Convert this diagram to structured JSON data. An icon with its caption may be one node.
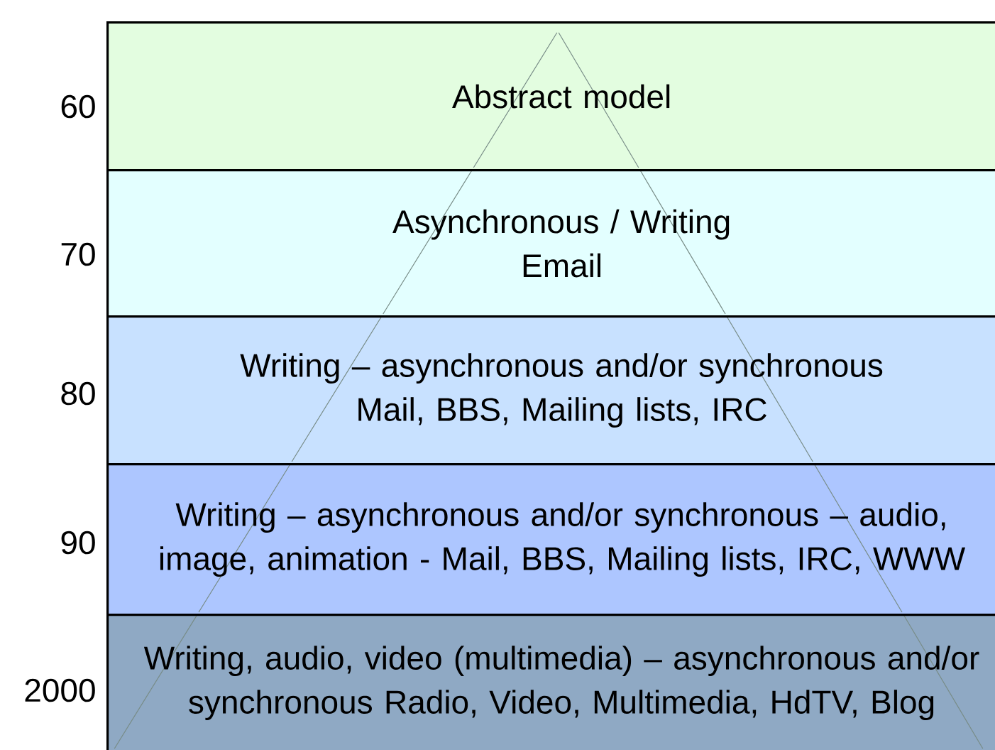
{
  "diagram": {
    "nodes": [
      {
        "text": [
          "Abstract model"
        ],
        "beside": [
          "60"
        ]
      },
      {
        "text": [
          "Asynchronous / Writing",
          "Email"
        ],
        "beside": [
          "70"
        ]
      },
      {
        "text": [
          "Writing – asynchronous and/or synchronous",
          "Mail, BBS, Mailing lists, IRC"
        ],
        "beside": [
          "80"
        ]
      },
      {
        "text": [
          "Writing – asynchronous and/or synchronous – audio, image, animation - Mail, BBS, Mailing lists, IRC, WWW"
        ],
        "beside": [
          "90"
        ]
      },
      {
        "text": [
          "Writing, audio, video (multimedia) – asynchronous and/or synchronous Radio, Video, Multimedia, HdTV, Blog"
        ],
        "beside": [
          "2000"
        ]
      }
    ],
    "edges": []
  }
}
